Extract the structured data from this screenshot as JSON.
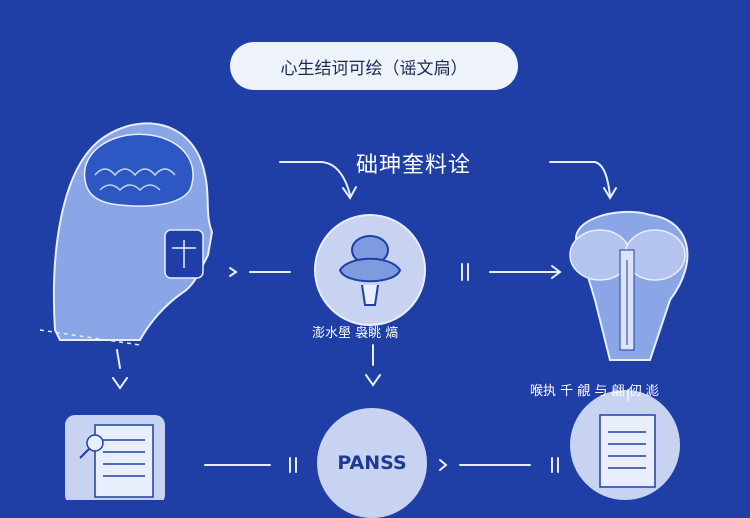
{
  "title": "心生结诃可绘（谣文扃）",
  "center_label": "础珅奎料诠",
  "node_caption_left": "澎水壆 袅眺 熇",
  "node_caption_right": "喉执 千 覦 与 翩 仞 滮",
  "center_bottom": "PANSS",
  "colors": {
    "background": "#1f3fa6",
    "illustration_fill": "#7e9be0",
    "line": "#e8eefc"
  },
  "icons": [
    "head-profile-icon",
    "ear-organ-icon",
    "brain-anatomy-icon",
    "document-icon",
    "clipboard-icon"
  ]
}
